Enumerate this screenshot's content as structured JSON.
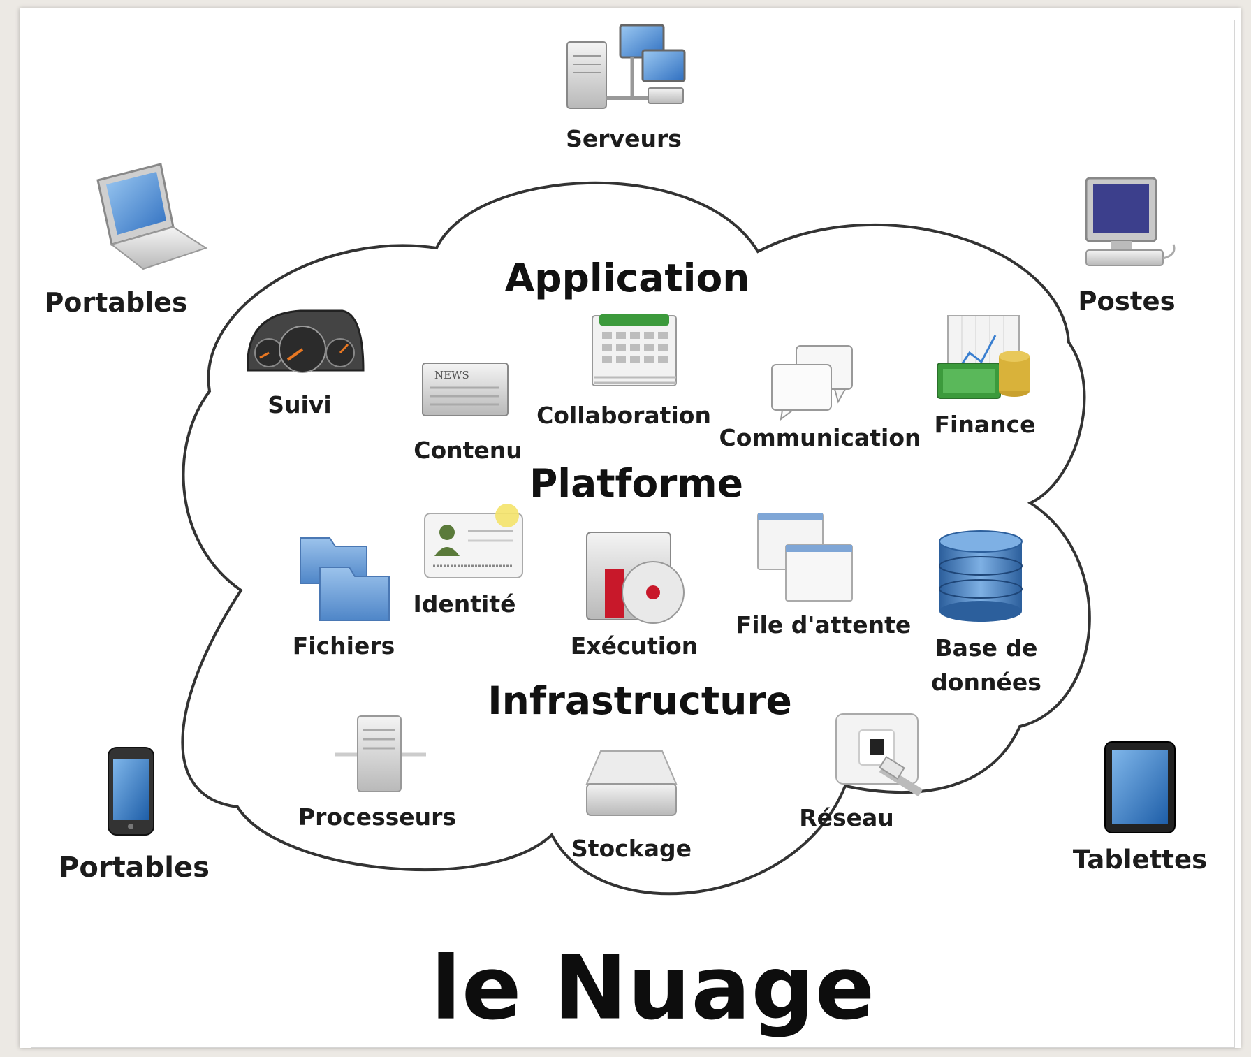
{
  "title": "le Nuage",
  "devices": {
    "servers": "Serveurs",
    "laptops_top": "Portables",
    "workstations": "Postes",
    "phones": "Portables",
    "tablets": "Tablettes"
  },
  "layers": {
    "application": "Application",
    "platform": "Platforme",
    "infrastructure": "Infrastructure"
  },
  "application_items": {
    "monitoring": "Suivi",
    "content": "Contenu",
    "collaboration": "Collaboration",
    "communication": "Communication",
    "finance": "Finance"
  },
  "platform_items": {
    "files": "Fichiers",
    "identity": "Identité",
    "runtime": "Exécution",
    "queue": "File d'attente",
    "database": "Base de données"
  },
  "infrastructure_items": {
    "compute": "Processeurs",
    "storage": "Stockage",
    "network": "Réseau"
  },
  "colors": {
    "cloud_outline": "#333333",
    "screen_blue": "#2f78c8",
    "folder_blue": "#6f9fd6",
    "accent_orange": "#e87722",
    "calendar_green": "#3c9a3c",
    "coin_gold": "#d9b23a",
    "disc_red": "#c8182a"
  }
}
